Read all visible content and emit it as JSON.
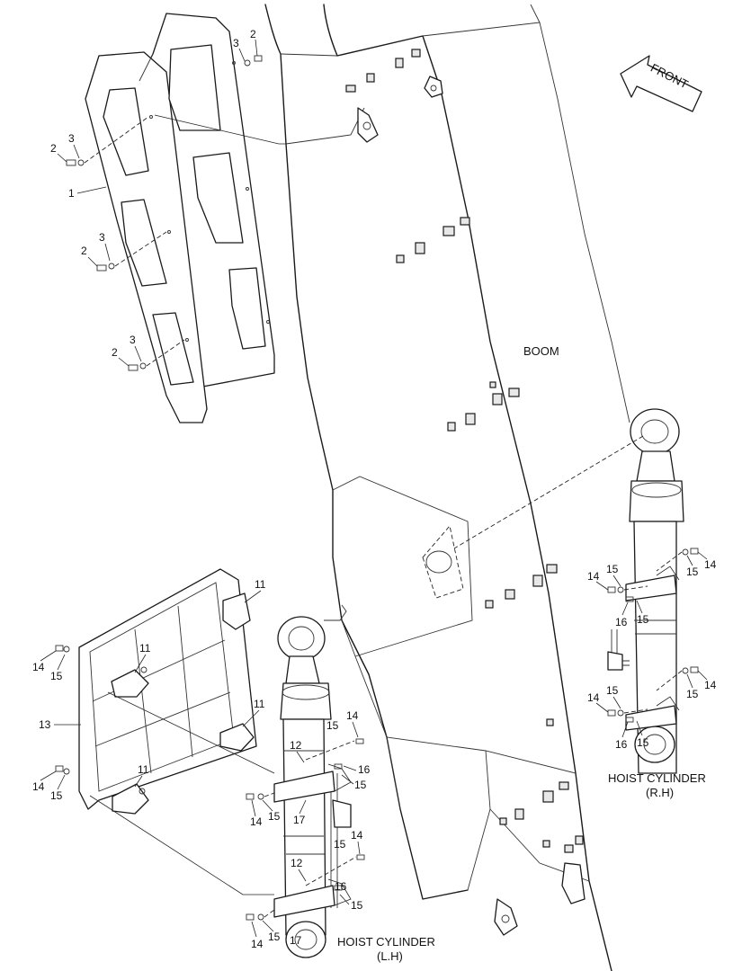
{
  "labels": {
    "boom": "BOOM",
    "front": "FRONT",
    "hoist_rh_line1": "HOIST CYLINDER",
    "hoist_rh_line2": "(R.H)",
    "hoist_lh_line1": "HOIST  CYLINDER",
    "hoist_lh_line2": "(L.H)"
  },
  "callouts": {
    "guard_top": [
      "3",
      "2"
    ],
    "guard_left": [
      "2",
      "3",
      "1",
      "2",
      "3",
      "2",
      "3"
    ],
    "frame": [
      "11",
      "11",
      "11",
      "11",
      "13",
      "14",
      "15",
      "14",
      "15"
    ],
    "lh_cylinder": [
      "15",
      "14",
      "12",
      "16",
      "15",
      "14",
      "15",
      "17",
      "15",
      "14",
      "12",
      "16",
      "15",
      "14",
      "15",
      "17"
    ],
    "rh_cylinder": [
      "14",
      "15",
      "15",
      "14",
      "16",
      "15",
      "14",
      "15",
      "15",
      "14",
      "16",
      "15"
    ]
  }
}
